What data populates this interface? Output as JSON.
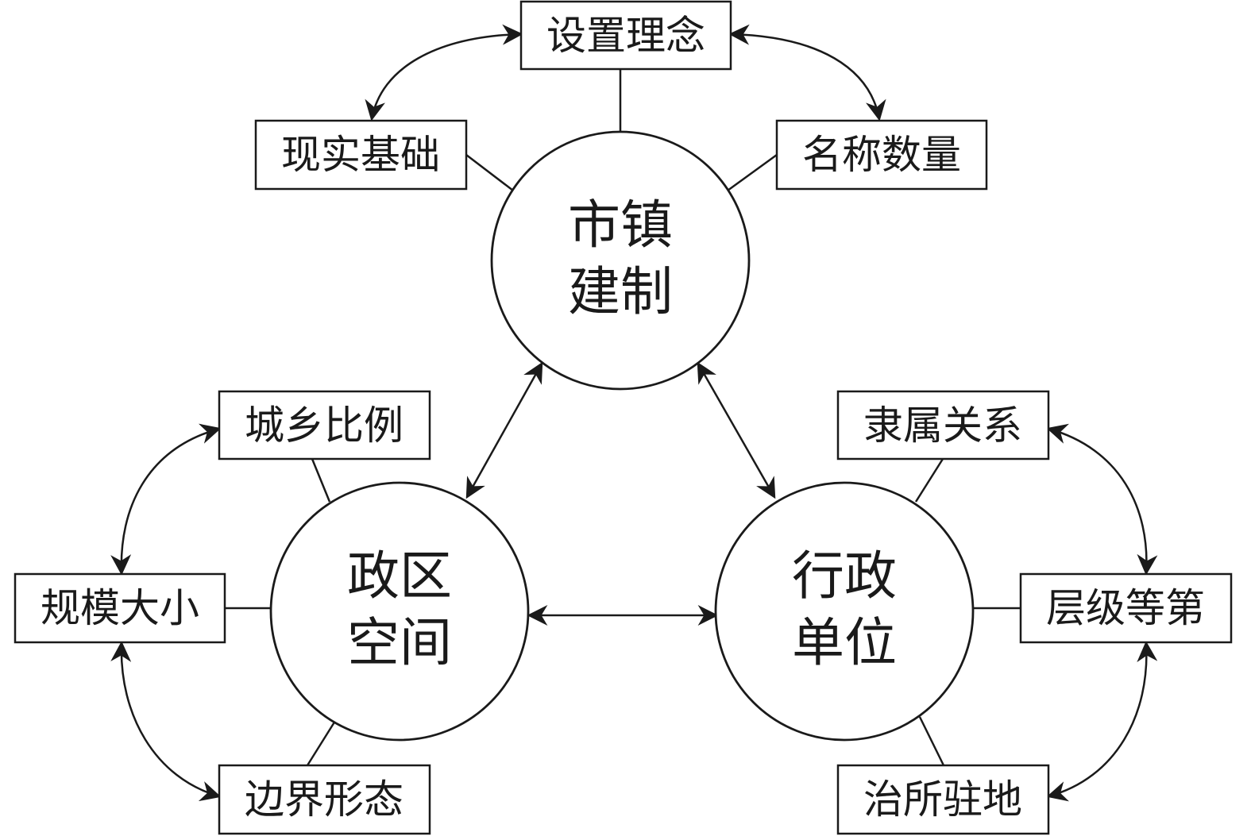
{
  "hubs": {
    "town": {
      "line1": "市镇",
      "line2": "建制"
    },
    "space": {
      "line1": "政区",
      "line2": "空间"
    },
    "unit": {
      "line1": "行政",
      "line2": "单位"
    }
  },
  "boxes": {
    "concept": "设置理念",
    "foundation": "现实基础",
    "name_count": "名称数量",
    "urban_ratio": "城乡比例",
    "scale": "规模大小",
    "boundary": "边界形态",
    "affiliation": "隶属关系",
    "hierarchy": "层级等第",
    "seat": "治所驻地"
  }
}
